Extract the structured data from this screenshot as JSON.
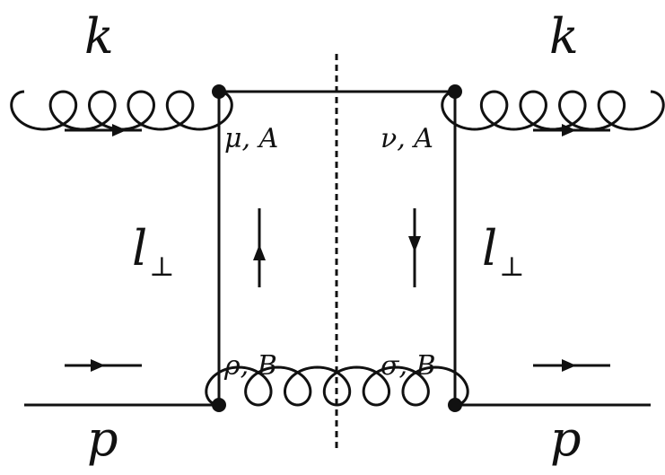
{
  "labels": {
    "k_left": "k",
    "k_right": "k",
    "p_left": "p",
    "p_right": "p",
    "l_left": "l",
    "l_right": "l",
    "perp": "⊥",
    "vertex_top_left": "μ, A",
    "vertex_top_right": "ν, A",
    "vertex_bottom_left": "ρ, B",
    "vertex_bottom_right": "σ, B"
  },
  "icons": {
    "arrow": "arrow-icon",
    "vertex": "vertex-dot-icon"
  },
  "colors": {
    "ink": "#111111"
  }
}
